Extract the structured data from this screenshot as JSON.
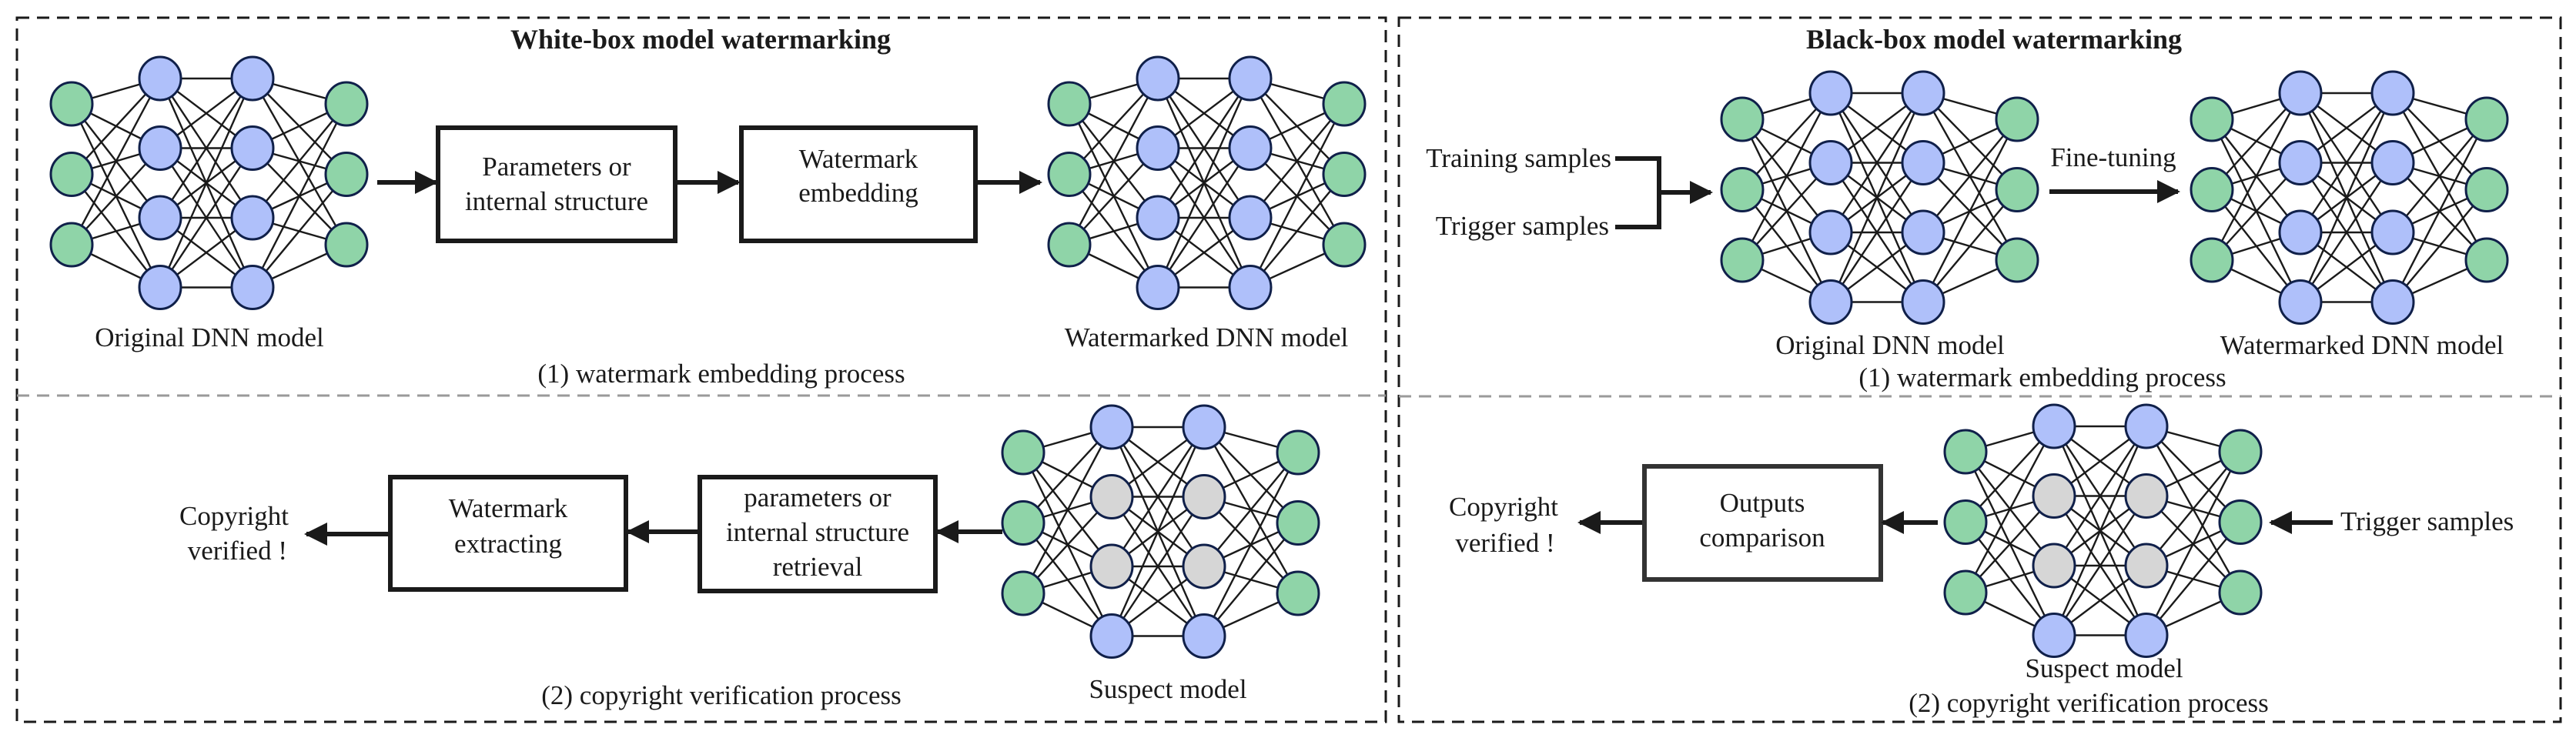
{
  "figure": {
    "colors": {
      "input_output_node": "#8fd4a8",
      "hidden_node": "#afc0fa",
      "modified_hidden_node": "#d6d6d6",
      "node_outline": "#10204a",
      "edge": "#1a1a1a"
    },
    "network_layers": [
      3,
      4,
      4,
      3
    ],
    "white_box": {
      "title": "White-box model watermarking",
      "embedding": {
        "source_model_label": "Original DNN model",
        "step1_lines": [
          "Parameters or",
          "internal structure"
        ],
        "step2_lines": [
          "Watermark",
          "embedding"
        ],
        "result_model_label": "Watermarked DNN model",
        "caption": "(1) watermark embedding process"
      },
      "verification": {
        "suspect_model_label": "Suspect model",
        "step1_lines": [
          "parameters or",
          "internal structure",
          "retrieval"
        ],
        "step2_lines": [
          "Watermark",
          "extracting"
        ],
        "result_lines": [
          "Copyright",
          "verified !"
        ],
        "caption": "(2) copyright verification process"
      }
    },
    "black_box": {
      "title": "Black-box model watermarking",
      "embedding": {
        "input1_label": "Training samples",
        "input2_label": "Trigger samples",
        "source_model_label": "Original DNN model",
        "transition_label": "Fine-tuning",
        "result_model_label": "Watermarked DNN model",
        "caption": "(1) watermark embedding process"
      },
      "verification": {
        "input_label": "Trigger samples",
        "suspect_model_label": "Suspect model",
        "step_lines": [
          "Outputs",
          "comparison"
        ],
        "result_lines": [
          "Copyright",
          "verified !"
        ],
        "caption": "(2) copyright verification process"
      }
    },
    "networks": [
      {
        "id": "wb-original",
        "modified": false
      },
      {
        "id": "wb-watermarked",
        "modified": false
      },
      {
        "id": "wb-suspect",
        "modified": true
      },
      {
        "id": "bb-original",
        "modified": false
      },
      {
        "id": "bb-watermarked",
        "modified": false
      },
      {
        "id": "bb-suspect",
        "modified": true
      }
    ]
  }
}
